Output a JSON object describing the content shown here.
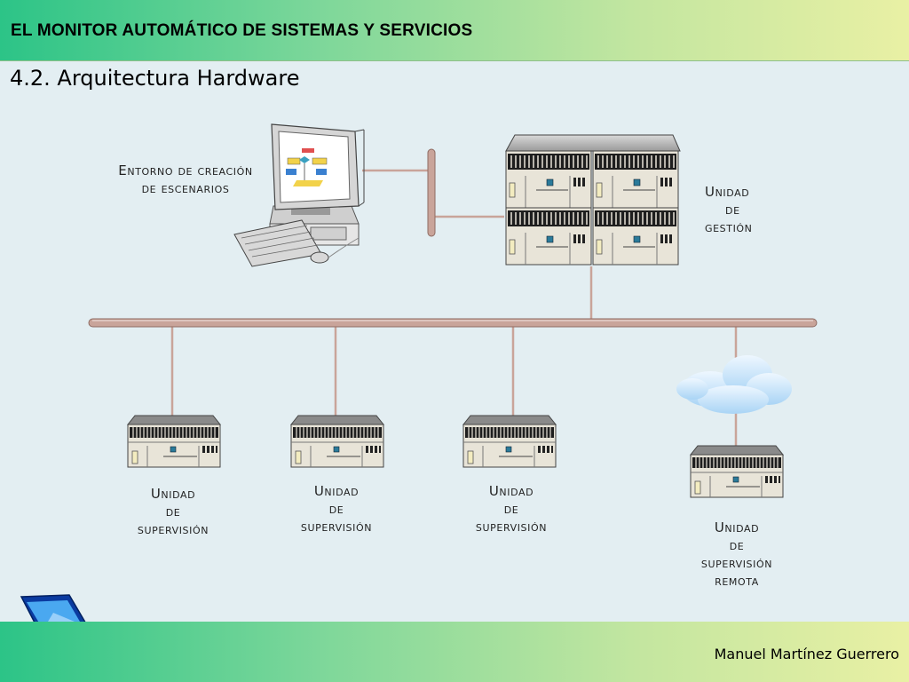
{
  "header": {
    "title": "EL MONITOR AUTOMÁTICO DE SISTEMAS Y SERVICIOS"
  },
  "slide": {
    "subtitle": "4.2. Arquitectura Hardware"
  },
  "diagram": {
    "scenario_env": {
      "line1": "Entorno de creación",
      "line2": "de escenarios"
    },
    "management_unit": {
      "line1": "Unidad",
      "line2": "de",
      "line3": "gestión"
    },
    "supervision_units": [
      {
        "line1": "Unidad",
        "line2": "de",
        "line3": "supervisión"
      },
      {
        "line1": "Unidad",
        "line2": "de",
        "line3": "supervisión"
      },
      {
        "line1": "Unidad",
        "line2": "de",
        "line3": "supervisión"
      }
    ],
    "remote_unit": {
      "line1": "Unidad",
      "line2": "de",
      "line3": "supervisión",
      "line4": "remota"
    }
  },
  "footer": {
    "author": "Manuel Martínez Guerrero"
  },
  "colors": {
    "bus": "#c9a49a",
    "bus_edge": "#8e6b63",
    "header_start": "#2cc487",
    "header_end": "#e9f0a4"
  }
}
